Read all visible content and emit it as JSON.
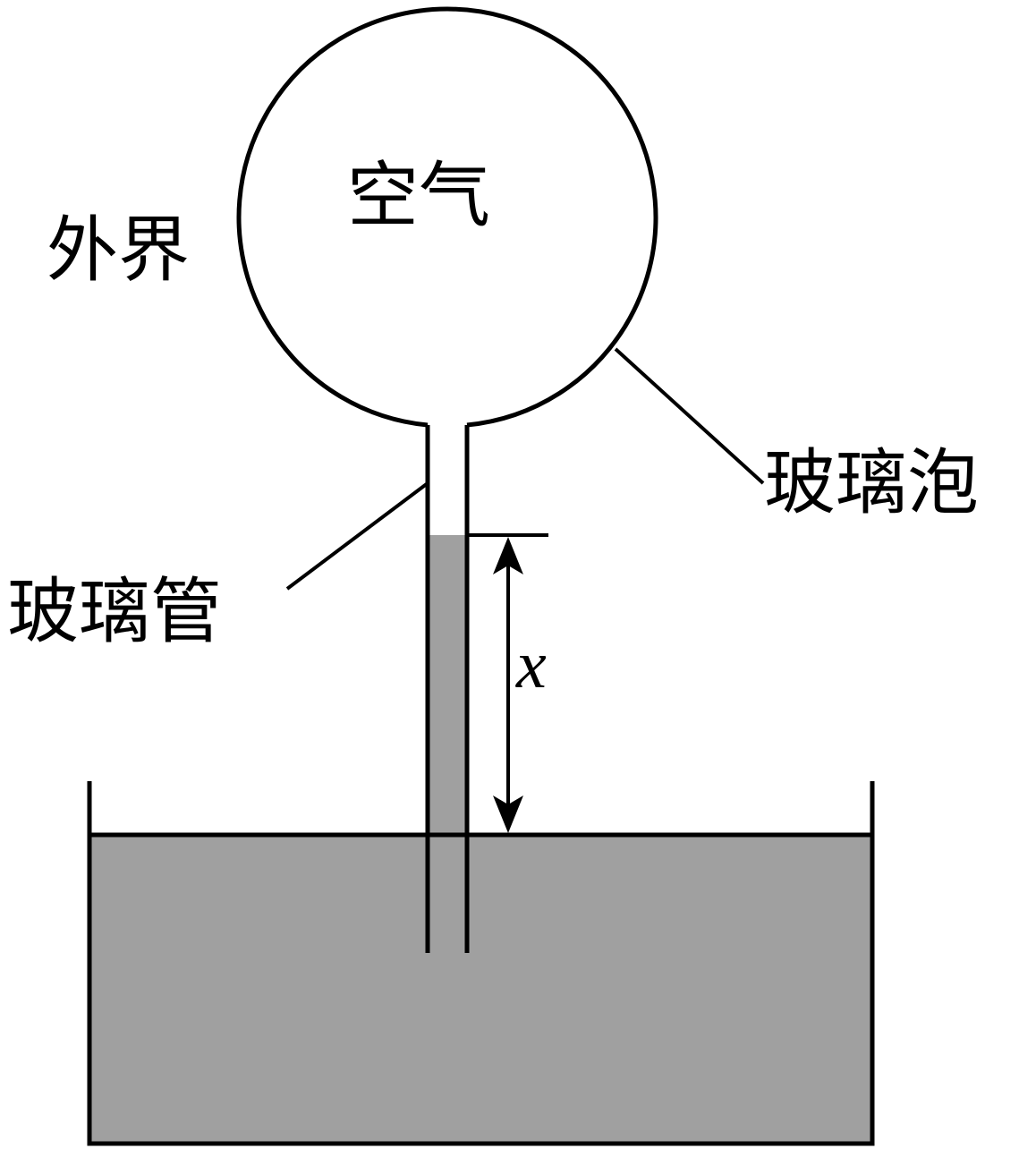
{
  "labels": {
    "air": "空气",
    "outside": "外界",
    "glass_bulb": "玻璃泡",
    "glass_tube": "玻璃管",
    "height_variable": "x"
  },
  "colors": {
    "stroke": "#000000",
    "liquid": "#a0a0a0",
    "background": "#ffffff"
  }
}
